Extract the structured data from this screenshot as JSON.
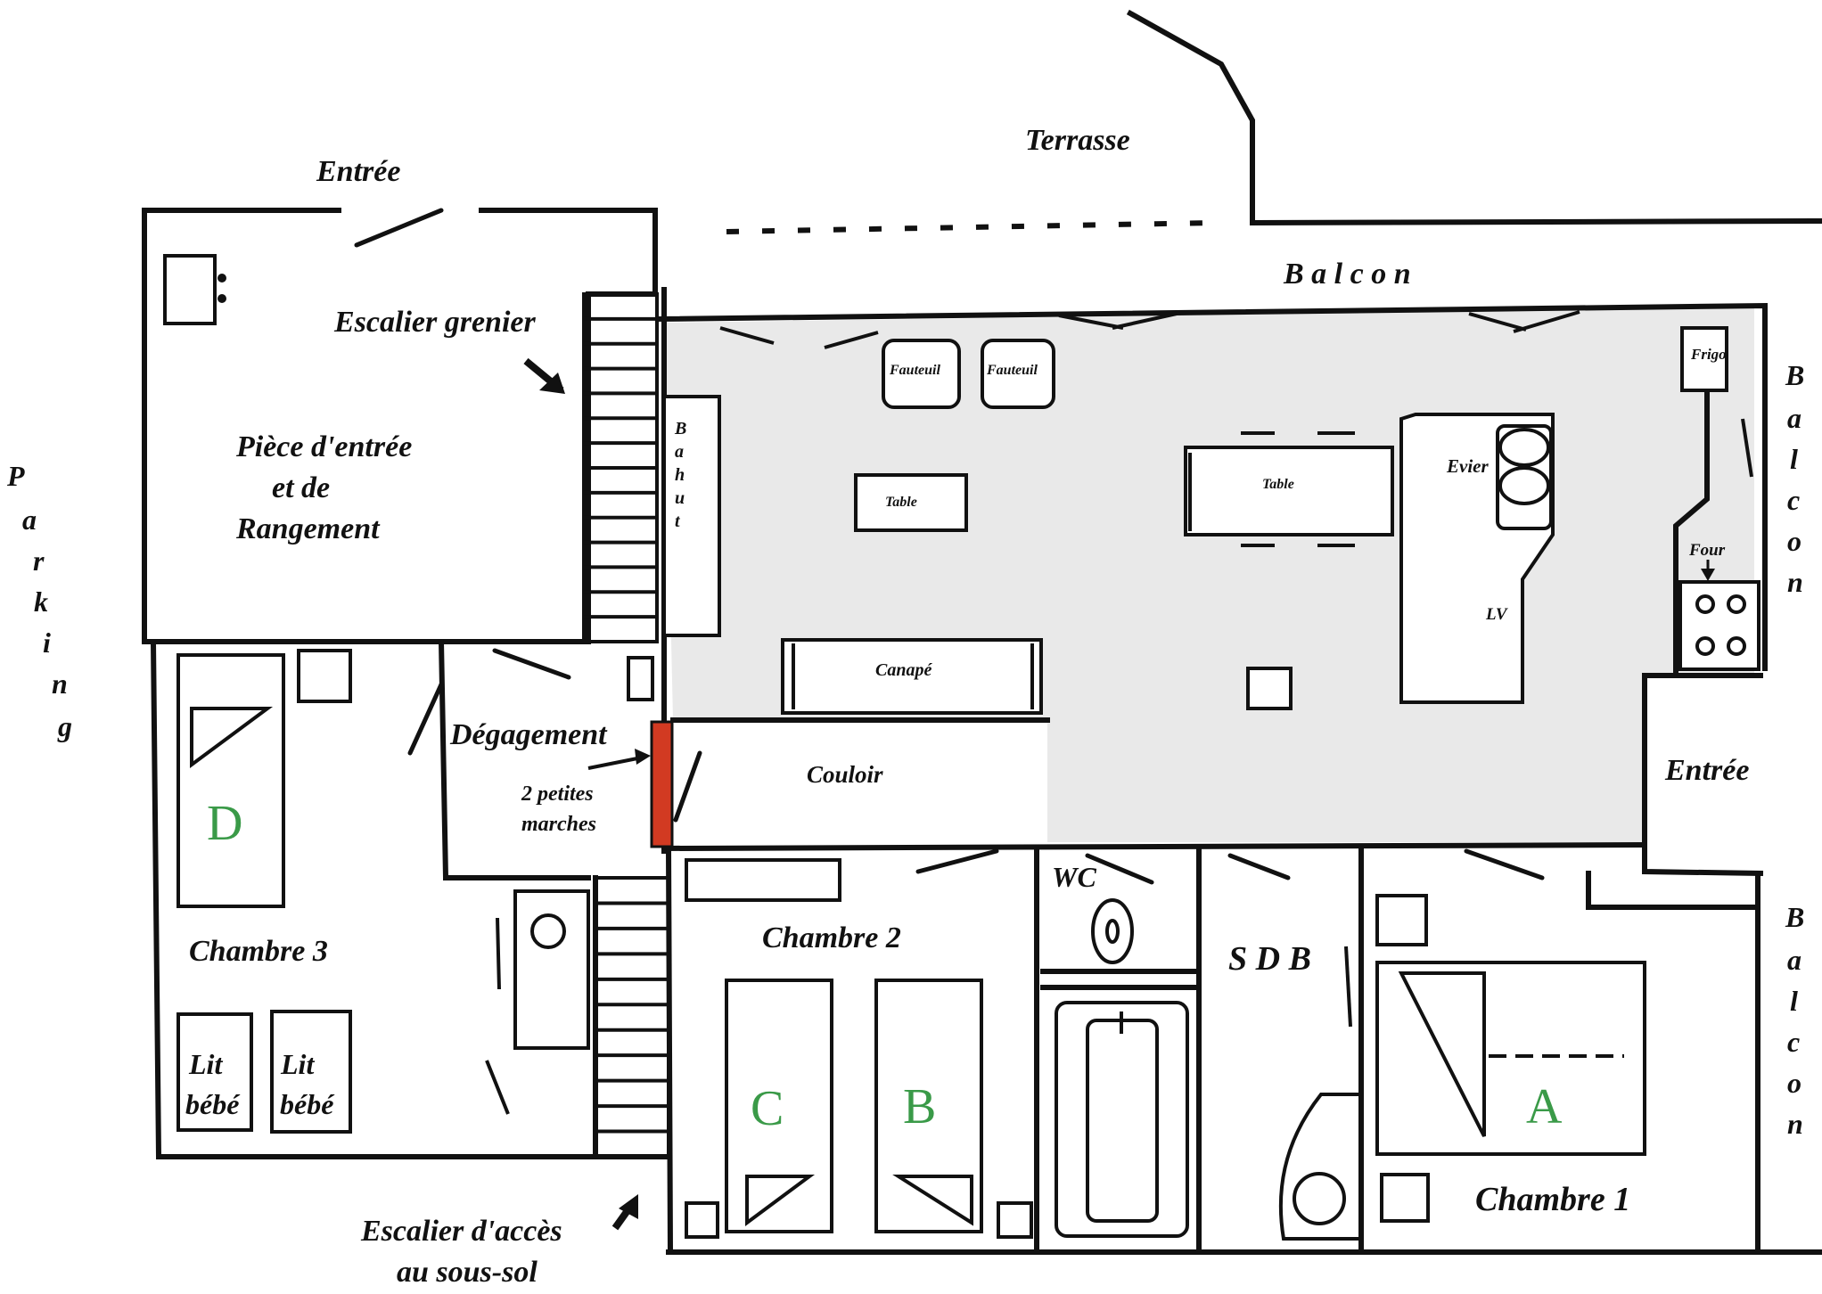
{
  "labels": {
    "terrasse": "Terrasse",
    "entree_top": "Entrée",
    "balcon_top": "B a l c o n",
    "escalier_grenier": "Escalier grenier",
    "piece_entree_1": "Pièce d'entrée",
    "piece_entree_2": "et de",
    "piece_entree_3": "Rangement",
    "parking": [
      "P",
      "a",
      "r",
      "k",
      "i",
      "n",
      "g"
    ],
    "balcon_right_1": [
      "B",
      "a",
      "l",
      "c",
      "o",
      "n"
    ],
    "balcon_right_2": [
      "B",
      "a",
      "l",
      "c",
      "o",
      "n"
    ],
    "bahut": [
      "B",
      "a",
      "h",
      "u",
      "t"
    ],
    "fauteuil_1": "Fauteuil",
    "fauteuil_2": "Fauteuil",
    "table_1": "Table",
    "table_2": "Table",
    "canape": "Canapé",
    "evier": "Evier",
    "lv": "LV",
    "frigo": "Frigo",
    "four": "Four",
    "entree_right": "Entrée",
    "degagement": "Dégagement",
    "petites_marches_1": "2 petites",
    "petites_marches_2": "marches",
    "couloir": "Couloir",
    "wc": "WC",
    "sdb": "S D B",
    "chambre_1": "Chambre 1",
    "chambre_2": "Chambre 2",
    "chambre_3": "Chambre 3",
    "lit_bebe_1a": "Lit",
    "lit_bebe_1b": "bébé",
    "lit_bebe_2a": "Lit",
    "lit_bebe_2b": "bébé",
    "escalier_sous_sol_1": "Escalier d'accès",
    "escalier_sous_sol_2": "au sous-sol",
    "bed_a": "A",
    "bed_b": "B",
    "bed_c": "C",
    "bed_d": "D"
  },
  "colors": {
    "living_area": "#e9e9e9",
    "step_marker": "#d23a22",
    "bed_letters": "#3a9a48"
  }
}
